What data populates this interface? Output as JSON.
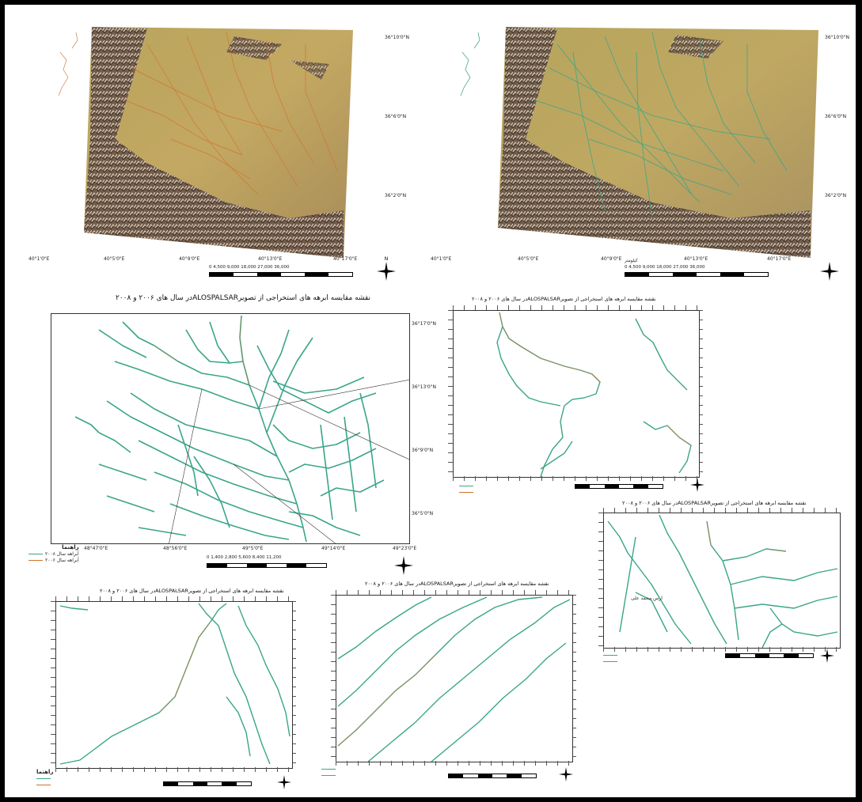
{
  "maps": {
    "top_left": {
      "lon_ticks": [
        "40°1'0\"E",
        "40°5'0\"E",
        "40°9'0\"E",
        "40°13'0\"E",
        "40°17'0\"E"
      ],
      "lat_ticks": [
        "36°10'0\"N",
        "36°6'0\"N",
        "36°2'0\"N"
      ],
      "scale_labels": "0  4,500  9,000    18,000    27,000    36,000"
    },
    "top_right": {
      "lon_ticks": [
        "40°1'0\"E",
        "40°5'0\"E",
        "40°9'0\"E",
        "40°13'0\"E",
        "40°17'0\"E"
      ],
      "lat_ticks": [
        "36°10'0\"N",
        "36°6'0\"N",
        "36°2'0\"N"
      ],
      "scale_labels": "0  4,500  9,000    18,000    27,000    36,000",
      "scale_unit": "کیلومتر"
    },
    "center": {
      "title": "نقشه مقایسه ابرهه های استخراجی از تصویرALOSPALSARدر سال های ۲۰۰۶ و ۲۰۰۸",
      "lon_ticks": [
        "48°47'0\"E",
        "48°56'0\"E",
        "49°5'0\"E",
        "49°14'0\"E",
        "49°23'0\"E"
      ],
      "lat_ticks": [
        "36°17'0\"N",
        "36°13'0\"N",
        "36°9'0\"N",
        "36°5'0\"N"
      ],
      "legend_title": "راهنما",
      "legend_items": [
        {
          "label": "آبراهه سال ۲۰۰۸",
          "color": "#3aa58a"
        },
        {
          "label": "آبراهه سال ۲۰۰۶",
          "color": "#d0722c"
        }
      ],
      "scale_labels": "0  1,400  2,800     5,600     8,400    11,200"
    },
    "inset_top_right": {
      "title": "نقشه مقایسه ابرهه های استخراجی از تصویرALOSPALSARدر سال های ۲۰۰۶ و ۲۰۰۸"
    },
    "inset_right": {
      "title": "نقشه مقایسه ابرهه های استخراجی از تصویرALOSPALSARدر سال های ۲۰۰۶ و ۲۰۰۸",
      "label_inside": "ارس محمد علی"
    },
    "inset_bottom_left": {
      "title": "نقشه مقایسه ابرهه های استخراجی از تصویرALOSPALSARدر سال های ۲۰۰۶ و ۲۰۰۸"
    },
    "inset_bottom_center": {
      "title": "نقشه مقایسه ابرهه های استخراجی از تصویرALOSPALSARدر سال های ۲۰۰۶ و ۲۰۰۸"
    }
  },
  "colors": {
    "stream_2008": "#3aa58a",
    "stream_2006": "#d0722c",
    "terrain_dark": "#5a4a40",
    "terrain_plain": "#b8a25a"
  }
}
